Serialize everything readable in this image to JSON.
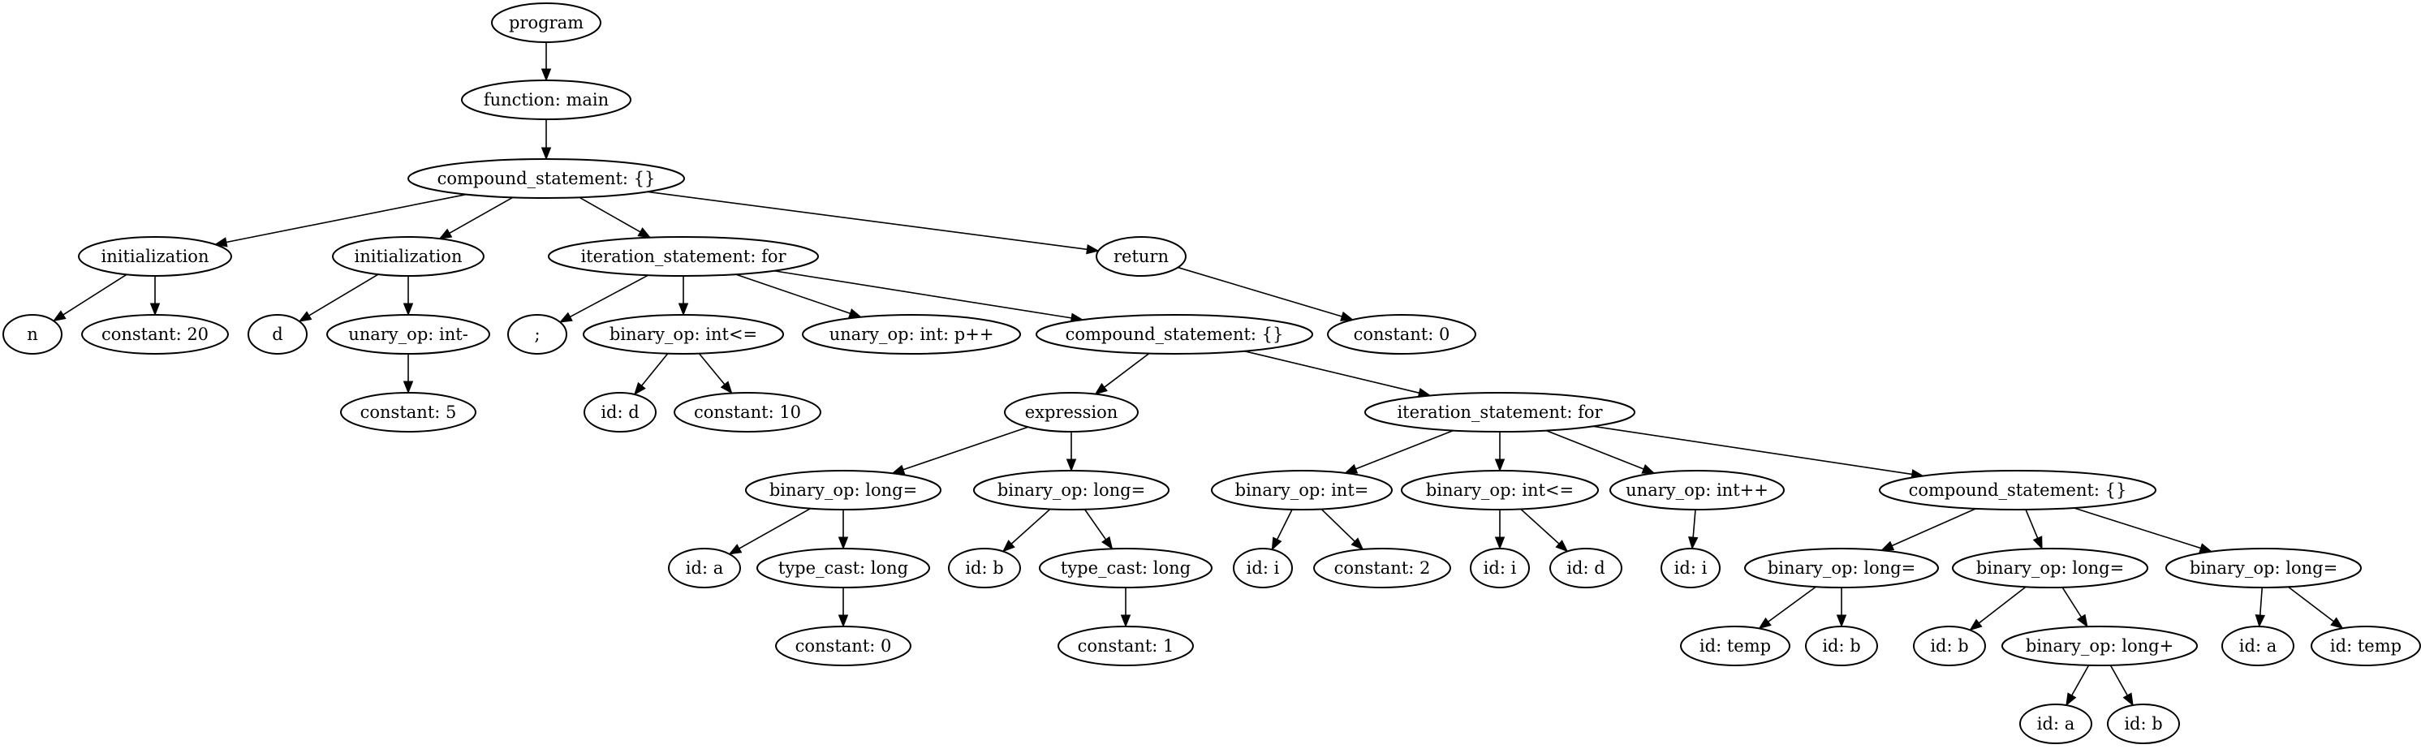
{
  "diagram": {
    "type": "tree",
    "nodes": [
      {
        "id": "n1",
        "label": "program"
      },
      {
        "id": "n2",
        "label": "function: main"
      },
      {
        "id": "n3",
        "label": "compound_statement: {}"
      },
      {
        "id": "n4",
        "label": "initialization"
      },
      {
        "id": "n5",
        "label": "initialization"
      },
      {
        "id": "n6",
        "label": "iteration_statement: for"
      },
      {
        "id": "n7",
        "label": "return"
      },
      {
        "id": "n8",
        "label": "n"
      },
      {
        "id": "n9",
        "label": "constant: 20"
      },
      {
        "id": "n10",
        "label": "d"
      },
      {
        "id": "n11",
        "label": "unary_op: int-"
      },
      {
        "id": "n12",
        "label": ";"
      },
      {
        "id": "n13",
        "label": "binary_op: int<="
      },
      {
        "id": "n14",
        "label": "unary_op: int: p++"
      },
      {
        "id": "n15",
        "label": "compound_statement: {}"
      },
      {
        "id": "n16",
        "label": "constant: 0"
      },
      {
        "id": "n17",
        "label": "constant: 5"
      },
      {
        "id": "n18",
        "label": "id: d"
      },
      {
        "id": "n19",
        "label": "constant: 10"
      },
      {
        "id": "n20",
        "label": "expression"
      },
      {
        "id": "n21",
        "label": "iteration_statement: for"
      },
      {
        "id": "n22",
        "label": "binary_op: long="
      },
      {
        "id": "n23",
        "label": "binary_op: long="
      },
      {
        "id": "n24",
        "label": "binary_op: int="
      },
      {
        "id": "n25",
        "label": "binary_op: int<="
      },
      {
        "id": "n26",
        "label": "unary_op: int++"
      },
      {
        "id": "n27",
        "label": "compound_statement: {}"
      },
      {
        "id": "n28",
        "label": "id: a"
      },
      {
        "id": "n29",
        "label": "type_cast: long"
      },
      {
        "id": "n30",
        "label": "id: b"
      },
      {
        "id": "n31",
        "label": "type_cast: long"
      },
      {
        "id": "n32",
        "label": "id: i"
      },
      {
        "id": "n33",
        "label": "constant: 2"
      },
      {
        "id": "n34",
        "label": "id: i"
      },
      {
        "id": "n35",
        "label": "id: d"
      },
      {
        "id": "n36",
        "label": "id: i"
      },
      {
        "id": "n37",
        "label": "binary_op: long="
      },
      {
        "id": "n38",
        "label": "binary_op: long="
      },
      {
        "id": "n39",
        "label": "binary_op: long="
      },
      {
        "id": "n40",
        "label": "constant: 0"
      },
      {
        "id": "n41",
        "label": "constant: 1"
      },
      {
        "id": "n42",
        "label": "id: temp"
      },
      {
        "id": "n43",
        "label": "id: b"
      },
      {
        "id": "n44",
        "label": "id: b"
      },
      {
        "id": "n45",
        "label": "binary_op: long+"
      },
      {
        "id": "n46",
        "label": "id: a"
      },
      {
        "id": "n47",
        "label": "id: temp"
      },
      {
        "id": "n48",
        "label": "id: a"
      },
      {
        "id": "n49",
        "label": "id: b"
      }
    ],
    "edges": [
      [
        "n1",
        "n2"
      ],
      [
        "n2",
        "n3"
      ],
      [
        "n3",
        "n4"
      ],
      [
        "n3",
        "n5"
      ],
      [
        "n3",
        "n6"
      ],
      [
        "n3",
        "n7"
      ],
      [
        "n4",
        "n8"
      ],
      [
        "n4",
        "n9"
      ],
      [
        "n5",
        "n10"
      ],
      [
        "n5",
        "n11"
      ],
      [
        "n11",
        "n17"
      ],
      [
        "n6",
        "n12"
      ],
      [
        "n6",
        "n13"
      ],
      [
        "n6",
        "n14"
      ],
      [
        "n6",
        "n15"
      ],
      [
        "n7",
        "n16"
      ],
      [
        "n13",
        "n18"
      ],
      [
        "n13",
        "n19"
      ],
      [
        "n15",
        "n20"
      ],
      [
        "n15",
        "n21"
      ],
      [
        "n20",
        "n22"
      ],
      [
        "n20",
        "n23"
      ],
      [
        "n22",
        "n28"
      ],
      [
        "n22",
        "n29"
      ],
      [
        "n29",
        "n40"
      ],
      [
        "n23",
        "n30"
      ],
      [
        "n23",
        "n31"
      ],
      [
        "n31",
        "n41"
      ],
      [
        "n21",
        "n24"
      ],
      [
        "n21",
        "n25"
      ],
      [
        "n21",
        "n26"
      ],
      [
        "n21",
        "n27"
      ],
      [
        "n24",
        "n32"
      ],
      [
        "n24",
        "n33"
      ],
      [
        "n25",
        "n34"
      ],
      [
        "n25",
        "n35"
      ],
      [
        "n26",
        "n36"
      ],
      [
        "n27",
        "n37"
      ],
      [
        "n27",
        "n38"
      ],
      [
        "n27",
        "n39"
      ],
      [
        "n37",
        "n42"
      ],
      [
        "n37",
        "n43"
      ],
      [
        "n38",
        "n44"
      ],
      [
        "n38",
        "n45"
      ],
      [
        "n45",
        "n48"
      ],
      [
        "n45",
        "n49"
      ],
      [
        "n39",
        "n46"
      ],
      [
        "n39",
        "n47"
      ]
    ]
  }
}
